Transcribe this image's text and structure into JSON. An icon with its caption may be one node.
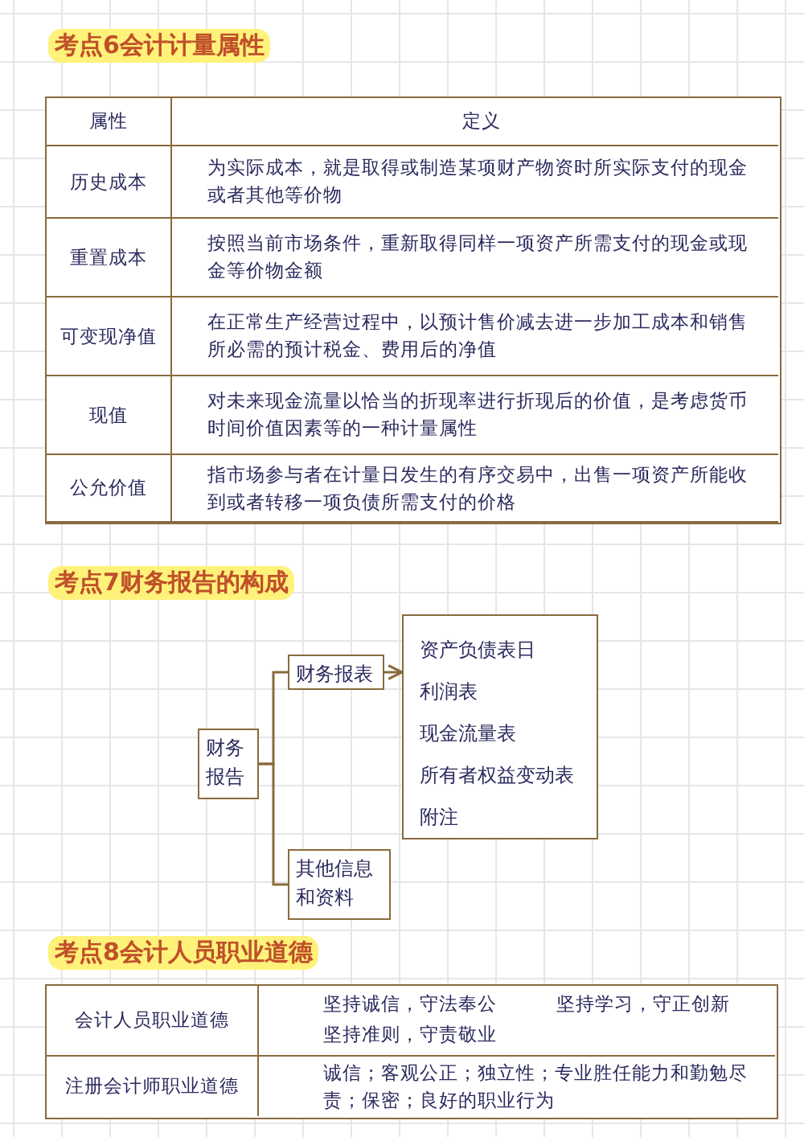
{
  "diagram": {
    "nodes": [
      {
        "text": [
          "财务报告"
        ]
      },
      {
        "text": [
          "财务报表"
        ]
      },
      {
        "text": [
          "其他信息和资料"
        ]
      },
      {
        "text": [
          "资产负债表日",
          "利润表",
          "现金流量表",
          "所有者权益变动表",
          "附注"
        ]
      }
    ],
    "edges": [
      {
        "from": 0,
        "to": 1,
        "arrow": "none"
      },
      {
        "from": 0,
        "to": 2,
        "arrow": "none"
      },
      {
        "from": 1,
        "to": 3,
        "arrow": "to"
      }
    ],
    "labels": [
      "考点6会计计量属性",
      "属性",
      "定义",
      "历史成本",
      "为实际成本，就是取得或制造某项财产物资时所实际支付的现金或者其他等价物",
      "重置成本",
      "按照当前市场条件，重新取得同样一项资产所需支付的现金或现金等价物金额",
      "可变现净值",
      "在正常生产经营过程中，以预计售价减去进一步加工成本和销售所必需的预计税金、费用后的净值",
      "现值",
      "对未来现金流量以恰当的折现率进行折现后的价值，是考虑货币时间价值因素等的一种计量属性",
      "公允价值",
      "指市场参与者在计量日发生的有序交易中，出售一项资产所能收到或者转移一项负债所需支付的价格",
      "考点7财务报告的构成",
      "考点8会计人员职业道德",
      "会计人员职业道德",
      "坚持诚信，守法奉公",
      "坚持学习，守正创新",
      "坚持准则，守责敬业",
      "注册会计师职业道德",
      "诚信；客观公正；独立性；专业胜任能力和勤勉尽责；保密；良好的职业行为"
    ]
  }
}
